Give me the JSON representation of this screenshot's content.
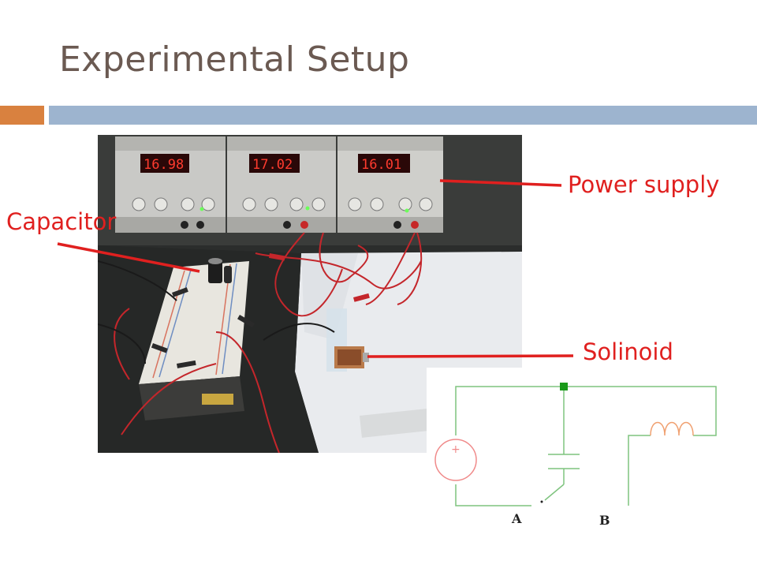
{
  "slide": {
    "title": "Experimental Setup"
  },
  "photo": {
    "psu_displays": [
      "16.98",
      "17.02",
      "16.01"
    ]
  },
  "annotations": {
    "power_supply": "Power supply",
    "capacitor": "Capacitor",
    "solenoid": "Solinoid"
  },
  "schematic": {
    "terminal_a": "A",
    "terminal_b": "B"
  },
  "colors": {
    "title": "#6b5a52",
    "accent_orange": "#d9813f",
    "accent_blue": "#9db4cf",
    "annotation_red": "#e0201f",
    "wire_green": "#7fc47f",
    "source_red": "#f08a8a",
    "inductor_orange": "#f0a070"
  }
}
